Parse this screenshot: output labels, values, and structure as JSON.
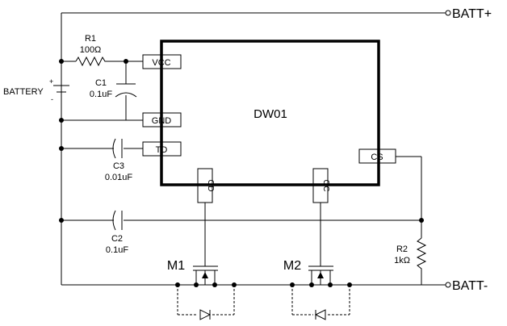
{
  "chip": {
    "name": "DW01",
    "pins": {
      "vcc": "VCC",
      "gnd": "GND",
      "td": "TD",
      "cs": "CS",
      "od": "OD",
      "oc": "OC"
    }
  },
  "terminals": {
    "batt_plus": "BATT+",
    "batt_minus": "BATT-"
  },
  "battery": {
    "label": "BATTERY",
    "plus": "+",
    "minus": "-"
  },
  "components": {
    "r1": {
      "ref": "R1",
      "value": "100Ω"
    },
    "c1": {
      "ref": "C1",
      "value": "0.1uF"
    },
    "c3": {
      "ref": "C3",
      "value": "0.01uF"
    },
    "c2": {
      "ref": "C2",
      "value": "0.1uF"
    },
    "r2": {
      "ref": "R2",
      "value": "1kΩ"
    },
    "m1": {
      "ref": "M1"
    },
    "m2": {
      "ref": "M2"
    }
  }
}
